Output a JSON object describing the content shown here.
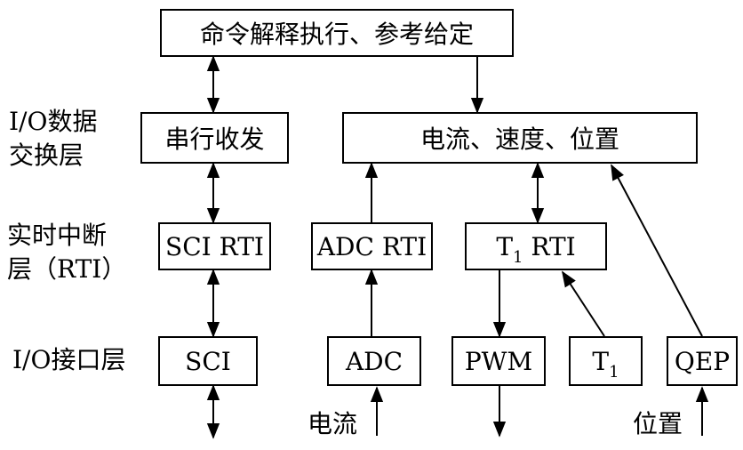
{
  "layers": {
    "io_exchange": [
      "I/O数据",
      "交换层"
    ],
    "realtime_interrupt": [
      "实时中断",
      "层（RTI）"
    ],
    "io_interface": "I/O接口层"
  },
  "boxes": {
    "command": "命令解释执行、参考给定",
    "serial": "串行收发",
    "current_speed_position": "电流、速度、位置",
    "sci_rti": "SCI RTI",
    "adc_rti": "ADC RTI",
    "t1_rti_base": "T",
    "t1_rti_sub": "1",
    "t1_rti_rest": " RTI",
    "sci": "SCI",
    "adc": "ADC",
    "pwm": "PWM",
    "t1_base": "T",
    "t1_sub": "1",
    "qep": "QEP"
  },
  "signals": {
    "current": "电流",
    "position": "位置"
  }
}
